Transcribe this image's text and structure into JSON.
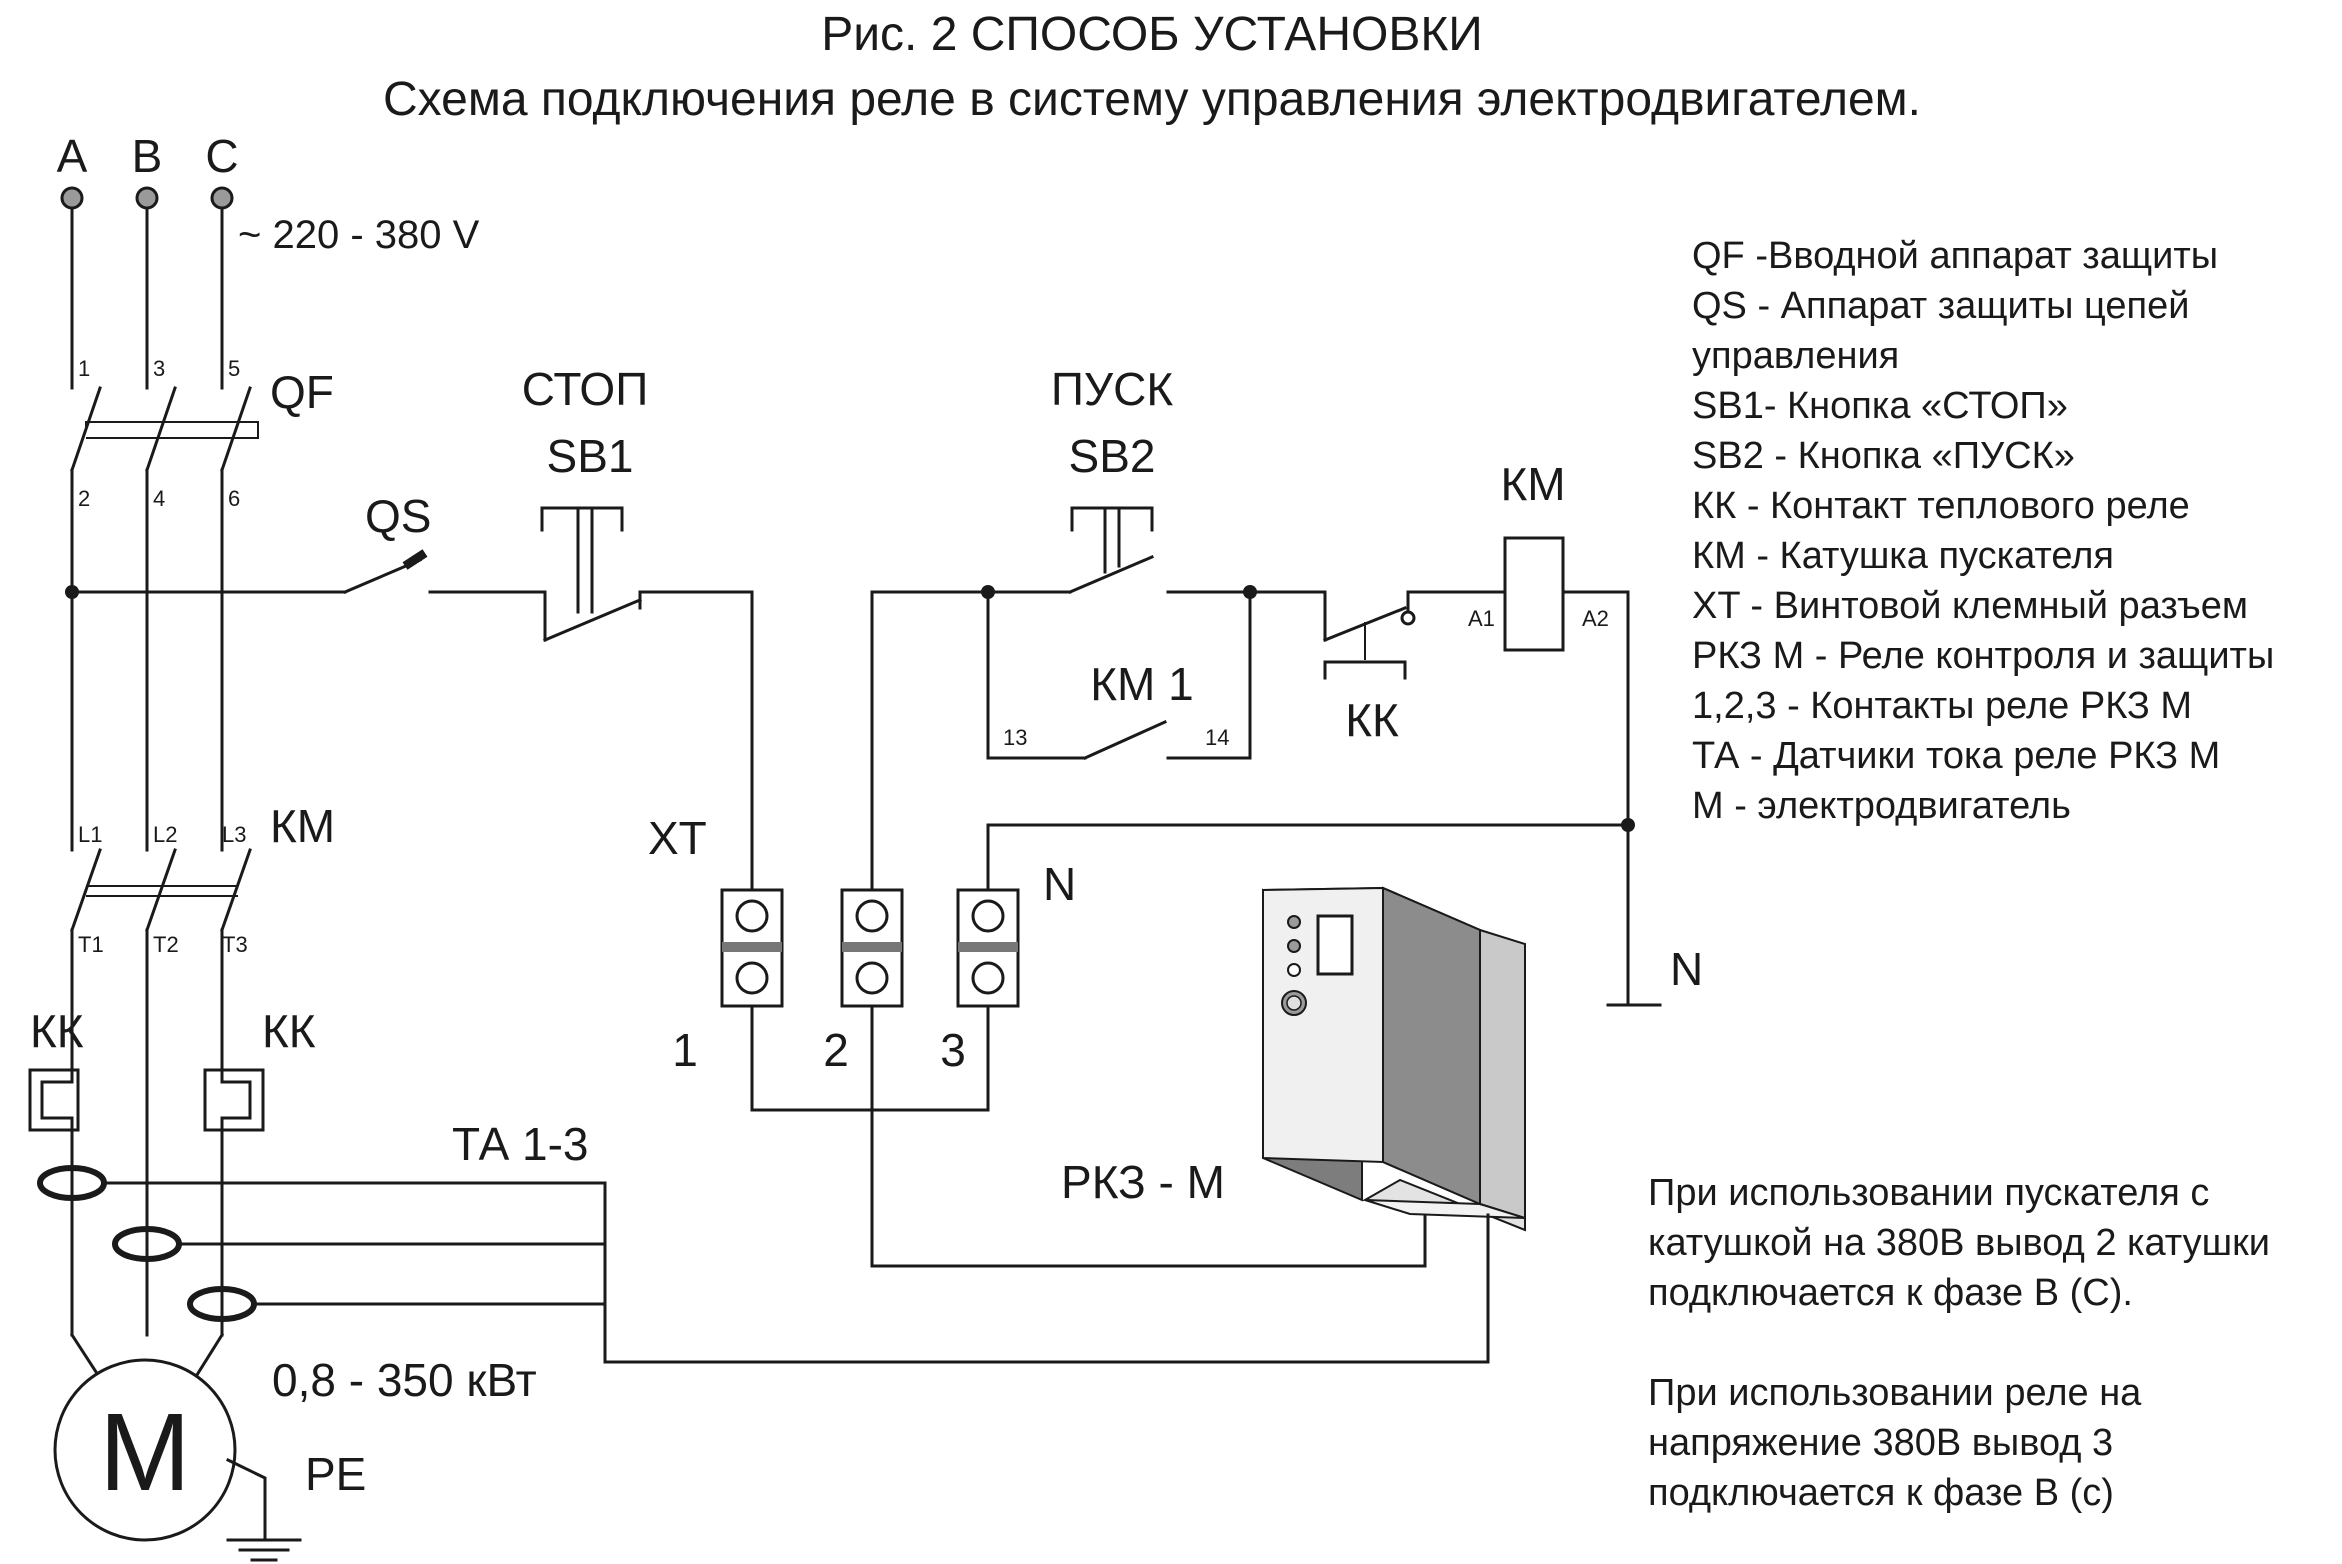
{
  "title_line1": "Рис. 2  СПОСОБ УСТАНОВКИ",
  "title_line2": "Схема подключения реле в систему управления электродвигателем.",
  "phases": [
    "A",
    "B",
    "C"
  ],
  "supply_voltage": "~ 220 - 380 V",
  "qf": {
    "label": "QF",
    "top_pins": [
      "1",
      "3",
      "5"
    ],
    "bottom_pins": [
      "2",
      "4",
      "6"
    ]
  },
  "qs_label": "QS",
  "sb1": {
    "caption": "СТОП",
    "label": "SB1"
  },
  "sb2": {
    "caption": "ПУСК",
    "label": "SB2"
  },
  "km_coil": {
    "label": "КМ",
    "pin1": "A1",
    "pin2": "A2"
  },
  "km1_contact": {
    "label": "КМ 1",
    "pin1": "13",
    "pin2": "14"
  },
  "kk_contact_label": "КК",
  "km_contactor": {
    "label": "КМ",
    "line_pins": [
      "L1",
      "L2",
      "L3"
    ],
    "load_pins": [
      "T1",
      "T2",
      "T3"
    ]
  },
  "kk_left": "КК",
  "kk_right": "КК",
  "xt": {
    "label": "XT",
    "terminals": [
      "1",
      "2",
      "3"
    ]
  },
  "neutral_top": "N",
  "neutral_right": "N",
  "ta_label": "ТА 1-3",
  "relay_label": "РКЗ - М",
  "power_range": "0,8 - 350 кВт",
  "motor_label": "M",
  "pe_label": "PE",
  "legend": [
    "QF -Вводной аппарат защиты",
    "QS - Аппарат защиты цепей",
    "управления",
    "SB1- Кнопка «СТОП»",
    "SB2 - Кнопка «ПУСК»",
    "КК - Контакт теплового реле",
    "КМ - Катушка пускателя",
    "XT - Винтовой клемный разъем",
    "РКЗ М - Реле контроля и защиты",
    "1,2,3 - Контакты реле РКЗ М",
    "ТА - Датчики тока реле РКЗ М",
    "М - электродвигатель"
  ],
  "note1": [
    "При использовании пускателя с",
    "катушкой на 380В  вывод 2 катушки",
    "подключается к фазе В (С)."
  ],
  "note2": [
    "При использовании реле на",
    "напряжение 380В  вывод 3",
    "подключается к фазе В (с)"
  ]
}
